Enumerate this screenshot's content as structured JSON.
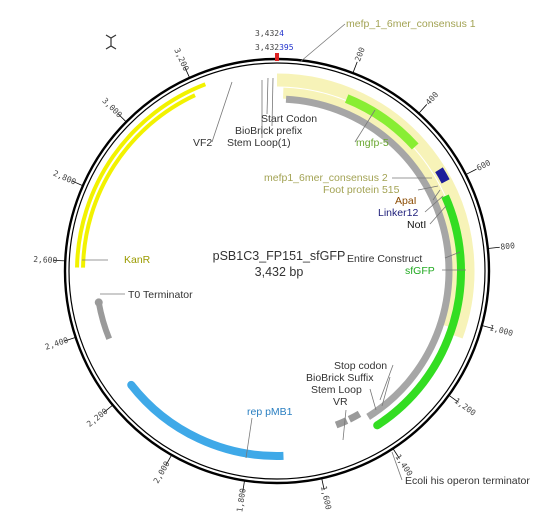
{
  "plasmid": {
    "name": "pSB1C3_FP151_sfGFP",
    "length_label": "3,432 bp",
    "total_bp": 3432
  },
  "ticks": [
    "200",
    "400",
    "600",
    "800",
    "1,000",
    "1,200",
    "1,400",
    "1,600",
    "1,800",
    "2,000",
    "2,200",
    "2,400",
    "2,600",
    "2,800",
    "3,000",
    "3,200"
  ],
  "top_markers": {
    "line1_prefix": "3,432",
    "line1_suffix": "4",
    "line2_prefix": "3,432",
    "line2_suffix": "395"
  },
  "labels": {
    "mefp_1": "mefp_1_6mer_consensus 1",
    "mgfp5": "mgfp-5",
    "start_codon": "Start Codon",
    "biobrick_prefix": "BioBrick prefix",
    "stem_loop_1": "Stem Loop(1)",
    "vf2": "VF2",
    "mefp_2": "mefp1_6mer_consensus 2",
    "foot_protein": "Foot protein 515",
    "apai": "ApaI",
    "linker": "Linker12",
    "noti": "NotI",
    "entire_construct": "Entire Construct",
    "sfgfp": "sfGFP",
    "kanr": "KanR",
    "t0": "T0 Terminator",
    "stop_codon": "Stop codon",
    "biobrick_suffix": "BioBrick Suffix",
    "stem_loop": "Stem Loop",
    "vr": "VR",
    "rep": "rep pMB1",
    "ecoli": "Ecoli his operon terminator"
  },
  "colors": {
    "backbone": "#000000",
    "kanr": "#f2f200",
    "sfgfp": "#33dd22",
    "mgfp5": "#88ee33",
    "foot_protein": "#f7f3b8",
    "entire_construct": "#a6a6a6",
    "rep": "#3fa9e8",
    "linker": "#1e1e9a",
    "t0": "#9a9a9a",
    "mefp_label": "#a3a354",
    "foot_label": "#a3a354",
    "apai_label": "#8a4a00",
    "linker_label": "#1e1e7a",
    "sfgfp_label": "#22aa22",
    "kanr_label": "#9b9b00",
    "rep_label": "#2a7fc1",
    "mgfp_label": "#6aa830",
    "marker_blue": "#2233cc",
    "marker_red": "#dd2222"
  }
}
